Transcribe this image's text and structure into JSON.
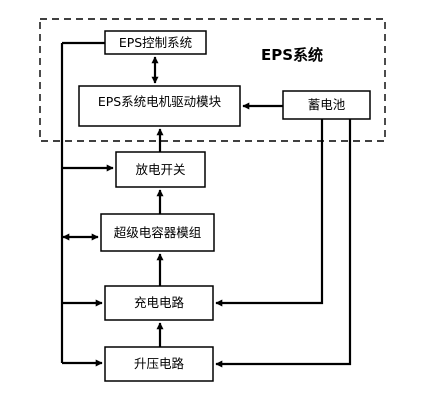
{
  "diagram": {
    "group_label": "EPS系统",
    "nodes": {
      "eps_control": "EPS控制系统",
      "eps_motor": "EPS系统电机驱动模块",
      "battery": "蓄电池",
      "discharge": "放电开关",
      "supercap": "超级电容器模组",
      "charge": "充电电路",
      "boost": "升压电路"
    }
  }
}
